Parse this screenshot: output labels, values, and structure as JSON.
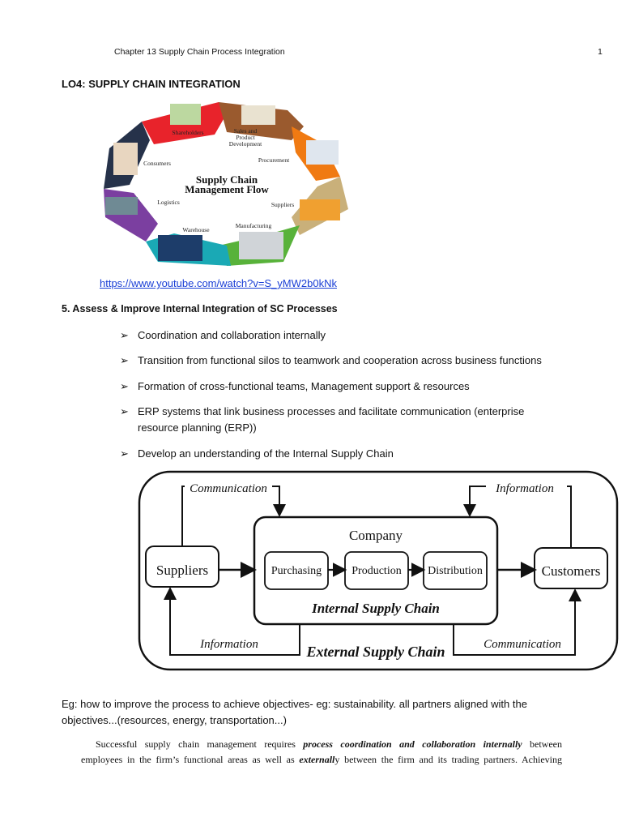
{
  "header": {
    "title": "Chapter 13 Supply Chain Process Integration",
    "page_number": "1"
  },
  "section1": {
    "heading": "LO4: SUPPLY CHAIN INTEGRATION"
  },
  "wheel": {
    "title_line1": "Supply Chain",
    "title_line2": "Management Flow",
    "labels": {
      "shareholders": "Shareholders",
      "sales1": "Sales and",
      "sales2": "Product",
      "sales3": "Development",
      "procurement": "Procurement",
      "suppliers": "Suppliers",
      "manufacturing": "Manufacturing",
      "warehouse": "Warehouse",
      "logistics": "Logistics",
      "consumers": "Consumers"
    },
    "colors": {
      "red": "#e8232b",
      "brown": "#9a5a2e",
      "orange": "#f07a12",
      "tan": "#c9b07a",
      "green": "#58b23a",
      "teal": "#1aa9b5",
      "purple": "#7b3fa0",
      "navy": "#26324a"
    }
  },
  "link": "https://www.youtube.com/watch?v=S_yMW2b0kNk",
  "section2": {
    "heading": "5. Assess & Improve Internal Integration of SC Processes",
    "bullets": [
      "Coordination and collaboration internally",
      "Transition from functional silos to teamwork and cooperation across business functions",
      "Formation of cross-functional teams, Management support & resources",
      "ERP systems that link business processes and facilitate communication (enterprise",
      "resource planning (ERP))",
      "Develop an understanding of the Internal Supply Chain"
    ]
  },
  "diagram": {
    "communication_top": "Communication",
    "information_top": "Information",
    "company": "Company",
    "suppliers": "Suppliers",
    "purchasing": "Purchasing",
    "production": "Production",
    "distribution": "Distribution",
    "customers": "Customers",
    "internal": "Internal Supply Chain",
    "external": "External Supply Chain",
    "information_bottom": "Information",
    "communication_bottom": "Communication"
  },
  "example": {
    "line1": "Eg: how to improve the process to achieve objectives- eg: sustainability. all partners aligned with the",
    "line2": "objectives...(resources, energy, transportation...)"
  },
  "paragraph": {
    "l1_a": "Successful supply chain management requires ",
    "l1_b": "process coordination and collaboration internally",
    "l1_c": " between",
    "l2_a": "employees in the firm’s functional areas as well as ",
    "l2_b": "externall",
    "l2_c": "y between the firm and its trading partners. Achieving"
  }
}
